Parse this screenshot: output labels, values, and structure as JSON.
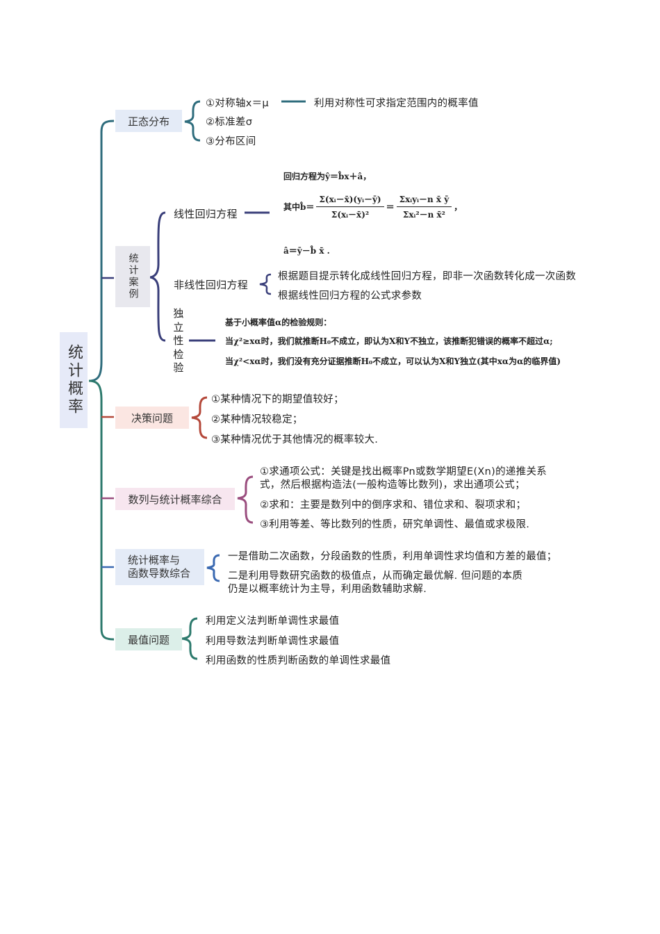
{
  "root": {
    "label": "统计概率"
  },
  "branches": {
    "normal": {
      "label": "正态分布",
      "items": [
        "①对称轴x＝μ",
        "②标准差σ",
        "③分布区间"
      ],
      "note": "利用对称性可求指定范围内的概率值"
    },
    "cases": {
      "label": "统计案例",
      "linear": {
        "label": "线性回归方程",
        "line1": "回归方程为ŷ＝b̂x＋â，",
        "line2_lead": "其中b̂＝",
        "frac1_num": "Σ(xᵢ－x̄)(yᵢ－ȳ)",
        "frac1_den": "Σ(xᵢ－x̄)²",
        "frac2_num": "Σxᵢyᵢ－n x̄ ȳ",
        "frac2_den": "Σxᵢ²－n x̄²",
        "line3": "â＝ȳ－b̂ x̄ ."
      },
      "nonlinear": {
        "label": "非线性回归方程",
        "items": [
          "根据题目提示转化成线性回归方程，即非一次函数转化成一次函数",
          "根据线性回归方程的公式求参数"
        ]
      },
      "independence": {
        "label": "独立性检验",
        "items": [
          "基于小概率值α的检验规则：",
          "当χ²≥xα时，我们就推断H₀不成立，即认为X和Y不独立，该推断犯错误的概率不超过α;",
          "当χ²<xα时，我们没有充分证据推断H₀不成立，可以认为X和Y独立(其中xα为α的临界值)"
        ]
      }
    },
    "decision": {
      "label": "决策问题",
      "items": [
        "①某种情况下的期望值较好；",
        "②某种情况较稳定；",
        "③某种情况优于其他情况的概率较大."
      ]
    },
    "sequence": {
      "label": "数列与统计概率综合",
      "items": [
        "①求通项公式：关键是找出概率Pn或数学期望E(Xn)的递推关系",
        "式，然后根据构造法(一般构造等比数列)，求出通项公式；",
        "②求和：主要是数列中的倒序求和、错位求和、裂项求和；",
        "③利用等差、等比数列的性质，研究单调性、最值或求极限."
      ]
    },
    "derivative": {
      "label_line1": "统计概率与",
      "label_line2": "函数导数综合",
      "items": [
        "一是借助二次函数，分段函数的性质，利用单调性求均值和方差的最值；",
        "二是利用导数研究函数的极值点，从而确定最优解. 但问题的本质",
        "仍是以概率统计为主导，利用函数辅助求解."
      ]
    },
    "extreme": {
      "label": "最值问题",
      "items": [
        "利用定义法判断单调性求最值",
        "利用导数法判断单调性求最值",
        "利用函数的性质判断函数的单调性求最值"
      ]
    }
  },
  "colors": {
    "root_bg": "#e6eaf8",
    "normal": "#2f6d7d",
    "normal_bg": "#e4ebf7",
    "cases": "#3a3f7a",
    "cases_bg": "#e8e8ee",
    "decision": "#b4483a",
    "decision_bg": "#fbe6e2",
    "sequence": "#9a4d7e",
    "sequence_bg": "#f7e6ef",
    "derivative": "#3a69b1",
    "derivative_bg": "#e4ebf7",
    "extreme": "#2d7a6d",
    "extreme_bg": "#dcefe9"
  }
}
